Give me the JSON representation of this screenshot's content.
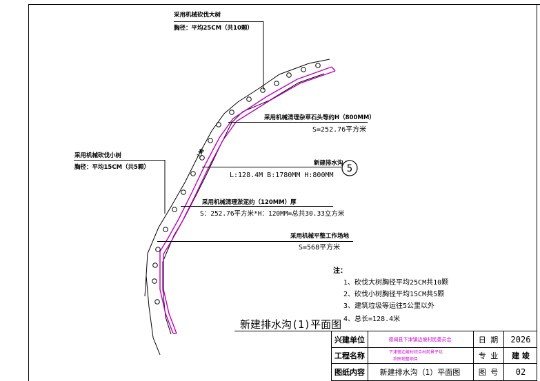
{
  "callouts": {
    "big_trees_title": "采用机械砍伐大树",
    "big_trees_detail": "胸径：平均25CM（共10颗）",
    "clearing_title": "采用机械清理杂草石头等约H（800MM）",
    "clearing_area": "S=252.76平方米",
    "ditch_title": "新建排水沟",
    "ditch_dims": "L:128.4M  B:1780MM  H:800MM",
    "ditch_number": "5",
    "small_trees_title": "采用机械砍伐小树",
    "small_trees_detail": "胸径：平均15CM（共5颗）",
    "silt_title": "采用机械清理淤泥约（120MM）厚",
    "silt_detail": "S：252.76平方米*H：120MM=总共30.33立方米",
    "leveling_title": "采用机械平整工作场地",
    "leveling_area": "S=568平方米",
    "road_label": "土路"
  },
  "notes": {
    "heading": "注：",
    "items": [
      "1、砍伐大树胸径平均25CM共10颗",
      "2、砍伐小树胸径平均15CM共5颗",
      "3、建筑垃圾等运往5公里以外",
      "4、总长=128.4米"
    ]
  },
  "drawing_title": "新建排水沟(1)平面图",
  "title_block": {
    "row1_label": "兴建单位",
    "row1_value": "德闻县下津镇边坡村民委员会",
    "row1_field": "日  期",
    "row1_field_value": "2026",
    "row2_label": "工程名称",
    "row2_value_line1": "下津镇边坡村综合村前景子坑",
    "row2_value_line2": "农田地整项目",
    "row2_field": "专  业",
    "row2_field_value": "建  竣",
    "row3_label": "图纸内容",
    "row3_value": "新建排水沟（1）平面图",
    "row3_field": "图  号",
    "row3_field_value": "02"
  }
}
